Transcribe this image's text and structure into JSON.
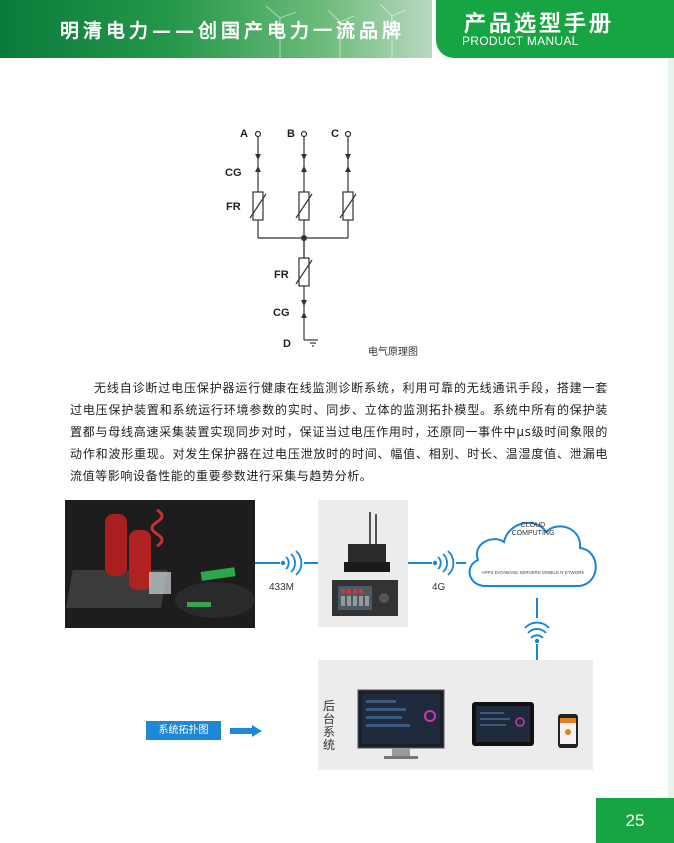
{
  "header": {
    "slogan": "明清电力——创国产电力一流品牌",
    "title": "产品选型手册",
    "subtitle": "PRODUCT MANUAL"
  },
  "circuit": {
    "caption": "电气原理图",
    "labels": {
      "a": "A",
      "b": "B",
      "c": "C",
      "cg_top": "CG",
      "fr_top": "FR",
      "fr_bottom": "FR",
      "cg_bottom": "CG",
      "d": "D"
    }
  },
  "paragraph": "无线自诊断过电压保护器运行健康在线监测诊断系统，利用可靠的无线通讯手段，搭建一套过电压保护装置和系统运行环境参数的实时、同步、立体的监测拓扑模型。系统中所有的保护装置都与母线高速采集装置实现同步对时，保证当过电压作用时，还原同一事件中μs级时间象限的动作和波形重现。对发生保护器在过电压泄放时的时间、幅值、相别、时长、温湿度值、泄漏电流值等影响设备性能的重要参数进行采集与趋势分析。",
  "system": {
    "link1": "433M",
    "link2": "4G",
    "cloud_title_1": "CLOUD",
    "cloud_title_2": "COMPUTING",
    "cloud_services": "APPS  DATABASE  SERVERS  MOBILE  N ETWORK",
    "backend_label": "后台系统",
    "topology_button": "系统拓扑图"
  },
  "colors": {
    "brand_green": "#17a443",
    "link_blue": "#1684d8"
  },
  "page_number": "25"
}
